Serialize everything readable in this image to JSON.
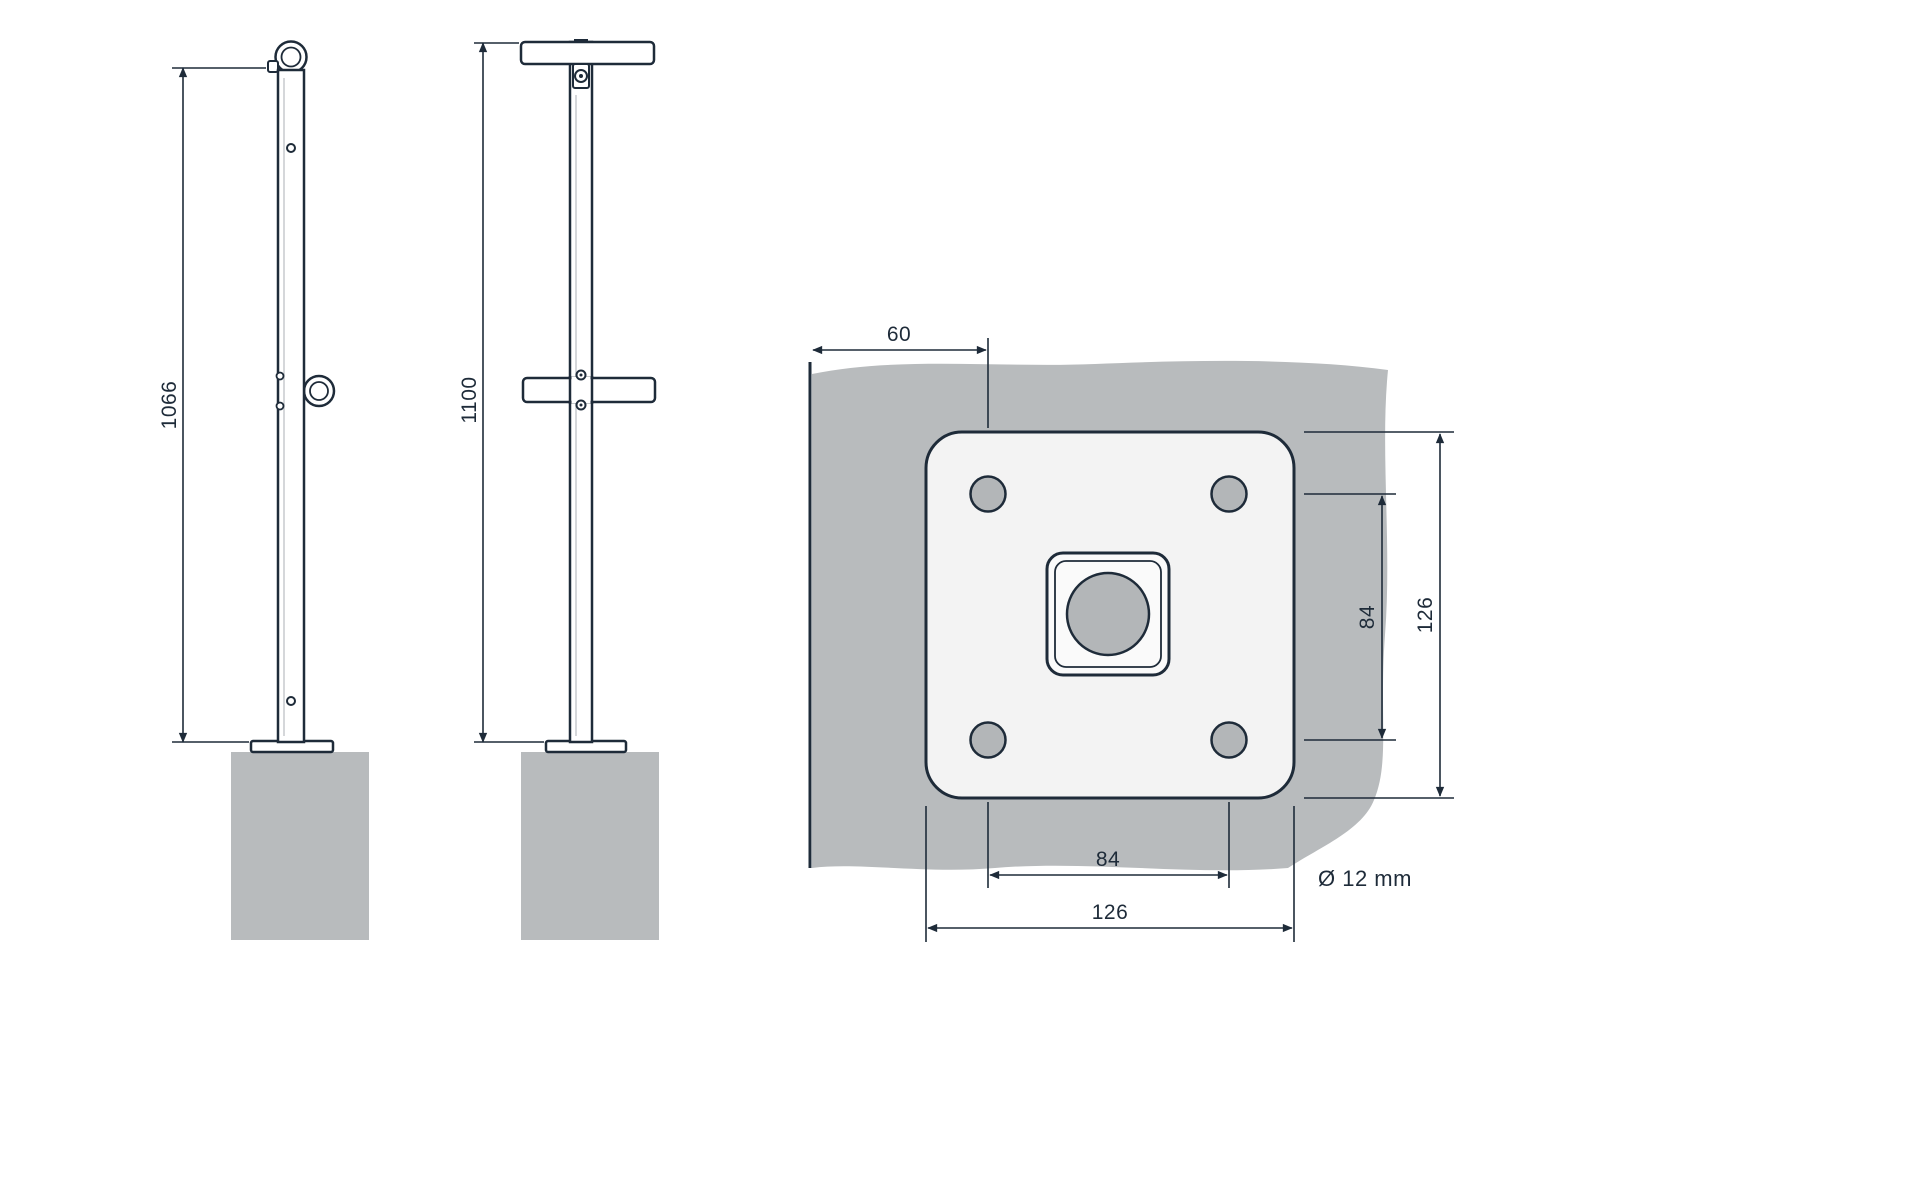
{
  "front_view": {
    "height_label": "1066"
  },
  "side_view": {
    "height_label": "1100"
  },
  "top_view": {
    "edge_offset_label": "60",
    "bolt_spacing_vertical_label": "84",
    "plate_height_label": "126",
    "bolt_spacing_horizontal_label": "84",
    "plate_width_label": "126",
    "hole_diameter_label": "Ø 12 mm"
  },
  "colors": {
    "line": "#1e2b39",
    "concrete": "#b8bbbd",
    "plate_fill": "#f3f3f3",
    "hole_fill": "#b3b6b8",
    "object_fill": "#ffffff"
  }
}
